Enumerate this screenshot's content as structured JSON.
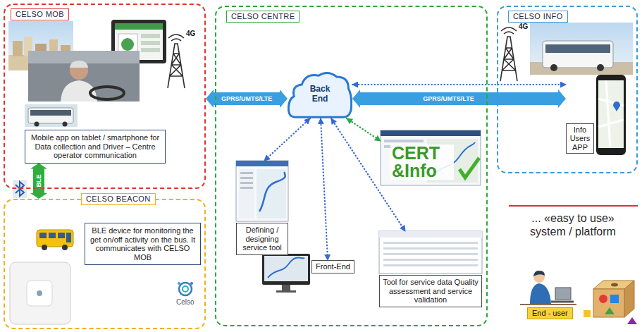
{
  "diagram": {
    "nodes": [
      {
        "text": [
          "CELSO MOB"
        ]
      },
      {
        "text": [
          "Mobile app on tablet / smartphone for Data collection and Driver – Centre operator communication"
        ],
        "in": 0
      },
      {
        "text": [
          "CELSO BEACON"
        ]
      },
      {
        "text": [
          "BLE device for monitoring the get on/off activity on the bus. It communicates with CELSO MOB"
        ],
        "in": 2
      },
      {
        "text": [
          "CELSO CENTRE"
        ]
      },
      {
        "text": [
          "Back End"
        ],
        "in": 4
      },
      {
        "text": [
          "CERT &Info"
        ],
        "in": 4
      },
      {
        "text": [
          "Defining / designing service tool"
        ],
        "in": 4
      },
      {
        "text": [
          "Front-End"
        ],
        "in": 4
      },
      {
        "text": [
          "Tool for service data Quality assessment and service validation"
        ],
        "in": 4
      },
      {
        "text": [
          "CELSO INFO"
        ]
      },
      {
        "text": [
          "Info Users APP"
        ],
        "in": 10
      },
      {
        "text": [
          "End - user"
        ]
      }
    ],
    "edges": [
      {
        "from": 0,
        "to": 5,
        "label": "GPRS/UMTS/LTE",
        "arrow": "both"
      },
      {
        "from": 5,
        "to": 11,
        "label": "GPRS/UMTS/LTE",
        "arrow": "both"
      },
      {
        "from": 5,
        "to": 6,
        "arrow": "both"
      },
      {
        "from": 5,
        "to": 7,
        "arrow": "both"
      },
      {
        "from": 5,
        "to": 8,
        "arrow": "both"
      },
      {
        "from": 5,
        "to": 9,
        "arrow": "both"
      },
      {
        "from": 5,
        "to": 11,
        "arrow": "both"
      },
      {
        "from": 1,
        "to": 2,
        "label": "BLE",
        "arrow": "both"
      }
    ],
    "labels": [
      "4G",
      "4G",
      "... «easy to use» system / platform",
      "Celso"
    ]
  }
}
